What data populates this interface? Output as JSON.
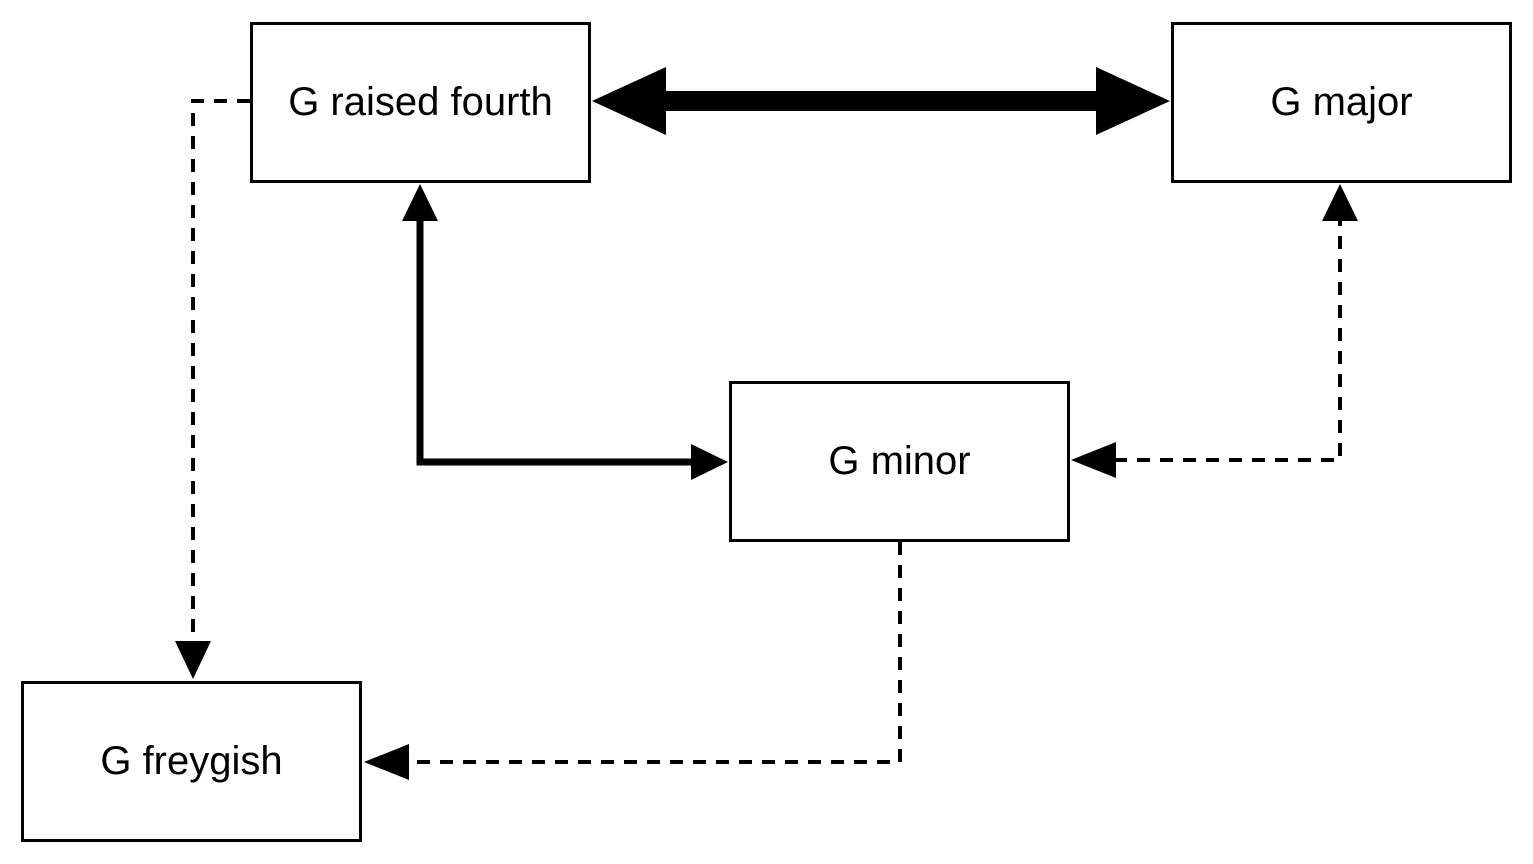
{
  "diagram": {
    "type": "node-link-diagram",
    "background_color": "#ffffff",
    "line_color": "#000000",
    "node_fill_color": "#ffffff",
    "nodes": [
      {
        "id": "g-raised-fourth",
        "label": "G raised fourth"
      },
      {
        "id": "g-major",
        "label": "G major"
      },
      {
        "id": "g-minor",
        "label": "G minor"
      },
      {
        "id": "g-freygish",
        "label": "G freygish"
      }
    ],
    "edges": [
      {
        "from": "g-raised-fourth",
        "to": "g-major",
        "style": "solid",
        "weight": "thick",
        "direction": "bidirectional"
      },
      {
        "from": "g-raised-fourth",
        "to": "g-minor",
        "style": "solid",
        "weight": "medium",
        "direction": "bidirectional"
      },
      {
        "from": "g-raised-fourth",
        "to": "g-freygish",
        "style": "dashed",
        "weight": "thin",
        "direction": "forward"
      },
      {
        "from": "g-minor",
        "to": "g-major",
        "style": "dashed",
        "weight": "thin",
        "direction": "bidirectional"
      },
      {
        "from": "g-minor",
        "to": "g-freygish",
        "style": "dashed",
        "weight": "thin",
        "direction": "forward"
      }
    ]
  }
}
